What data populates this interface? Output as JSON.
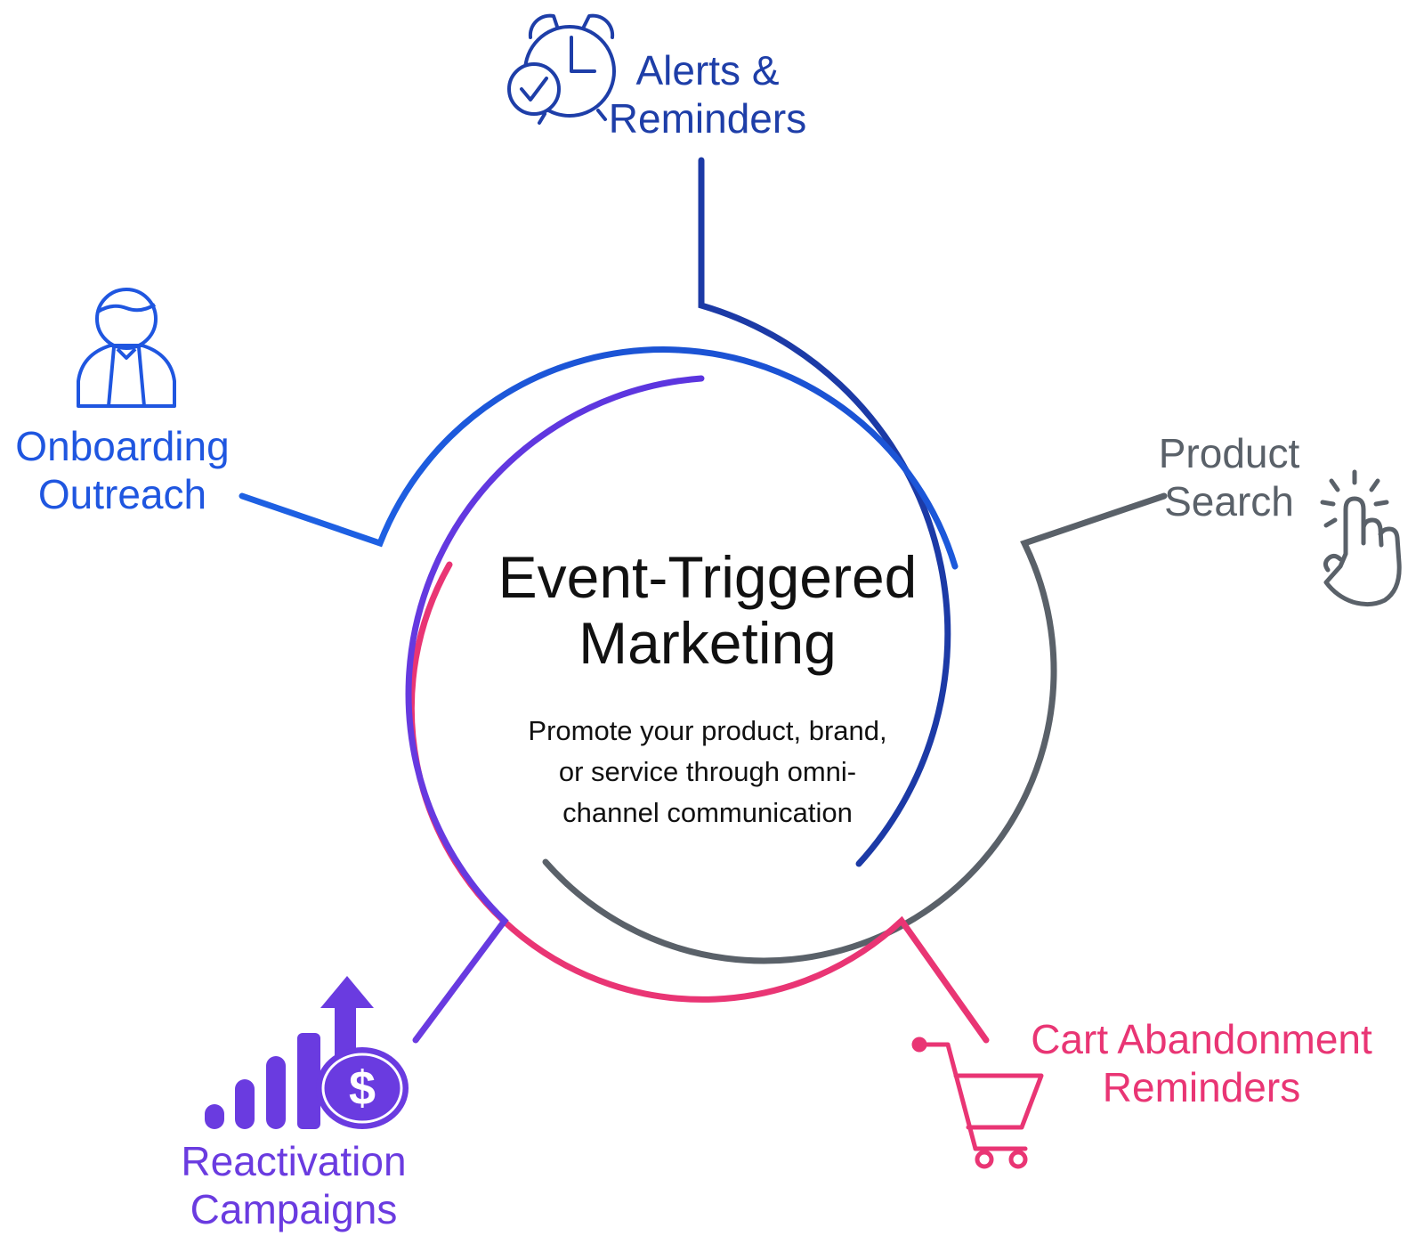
{
  "center": {
    "title_line1": "Event-Triggered",
    "title_line2": "Marketing",
    "subtitle_line1": "Promote your product, brand,",
    "subtitle_line2": "or service through omni-",
    "subtitle_line3": "channel communication"
  },
  "branches": [
    {
      "id": "alerts",
      "line1": "Alerts &",
      "line2": "Reminders",
      "icon": "alarm-clock-check-icon",
      "color": "#1e3ea8"
    },
    {
      "id": "onboarding",
      "line1": "Onboarding",
      "line2": "Outreach",
      "icon": "person-icon",
      "color": "#1f56e0"
    },
    {
      "id": "product",
      "line1": "Product",
      "line2": "Search",
      "icon": "pointer-hand-click-icon",
      "color": "#5a6169"
    },
    {
      "id": "cart",
      "line1": "Cart Abandonment",
      "line2": "Reminders",
      "icon": "shopping-cart-icon",
      "color": "#e93574"
    },
    {
      "id": "reactivation",
      "line1": "Reactivation",
      "line2": "Campaigns",
      "icon": "growth-dollar-icon",
      "color": "#6a3be0"
    }
  ],
  "arc_colors": {
    "navy": "#1c3aa6",
    "blue": "#1f63e6",
    "gray": "#5a6169",
    "pink": "#e93574",
    "purple": "#6a3be0"
  }
}
